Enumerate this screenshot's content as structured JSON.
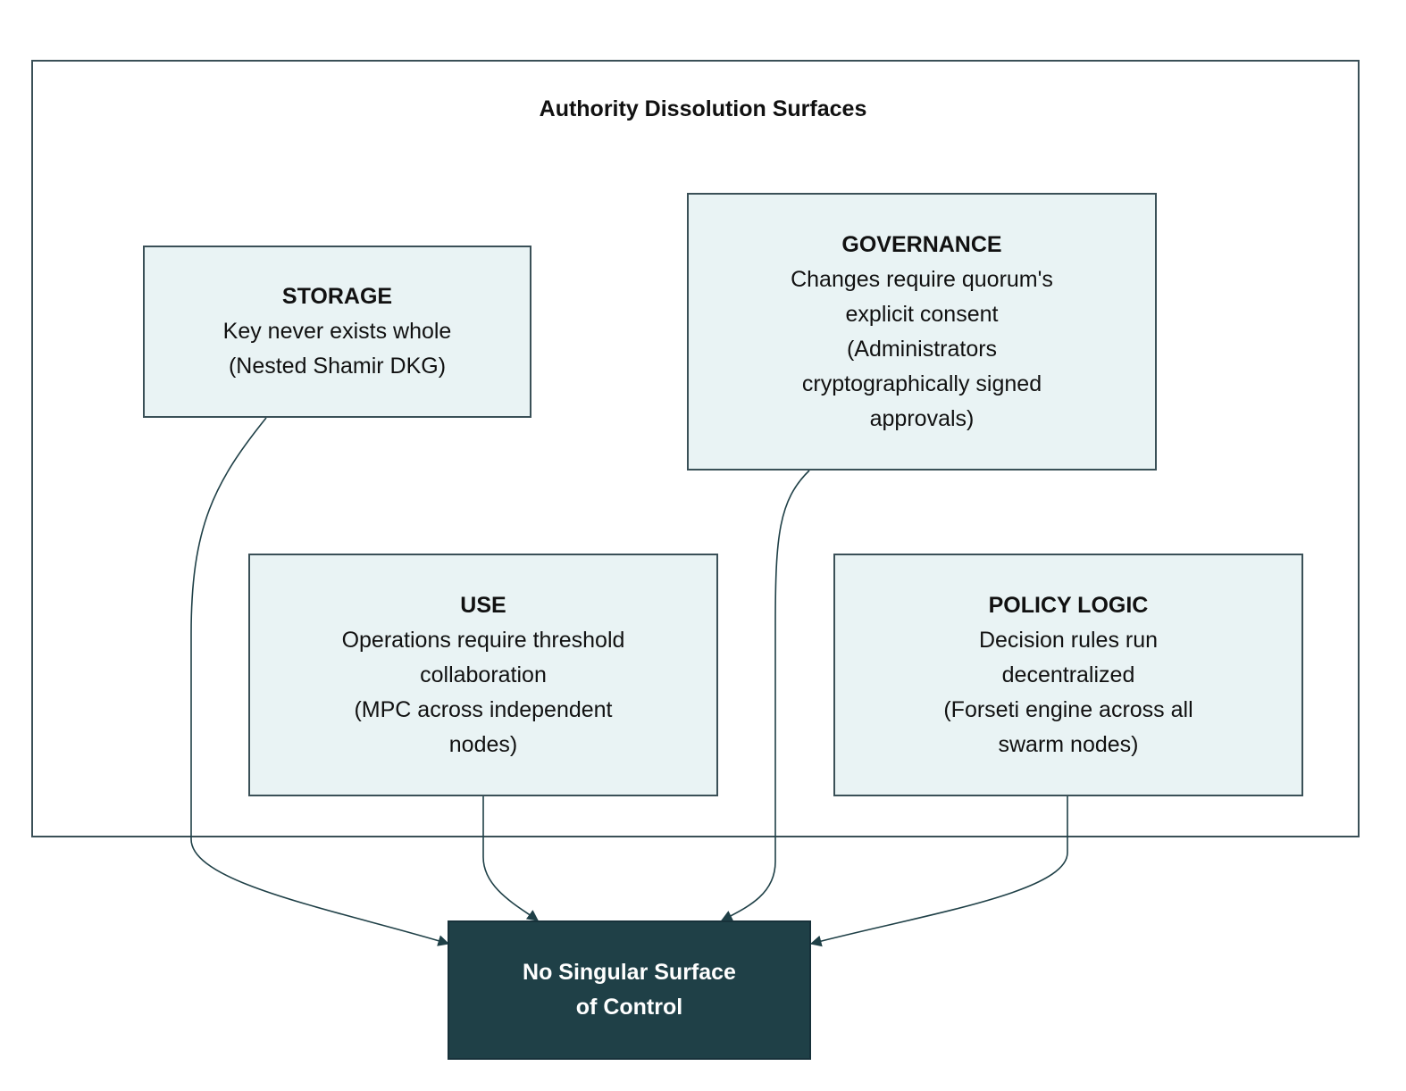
{
  "cluster": {
    "title": "Authority Dissolution Surfaces"
  },
  "nodes": {
    "storage": {
      "title": "STORAGE",
      "lines": [
        "Key never exists whole",
        "(Nested Shamir DKG)"
      ]
    },
    "governance": {
      "title": "GOVERNANCE",
      "lines": [
        "Changes require quorum's",
        "explicit consent",
        "(Administrators",
        "cryptographically signed",
        "approvals)"
      ]
    },
    "use": {
      "title": "USE",
      "lines": [
        "Operations require threshold",
        "collaboration",
        "(MPC across independent",
        "nodes)"
      ]
    },
    "policy": {
      "title": "POLICY LOGIC",
      "lines": [
        "Decision rules run",
        "decentralized",
        "(Forseti engine across all",
        "swarm nodes)"
      ]
    },
    "result": {
      "lines": [
        "No Singular Surface",
        "of Control"
      ]
    }
  },
  "colors": {
    "node_fill": "#e9f3f4",
    "node_border": "#3a5057",
    "result_fill": "#1f4047",
    "edge": "#1f4047"
  }
}
